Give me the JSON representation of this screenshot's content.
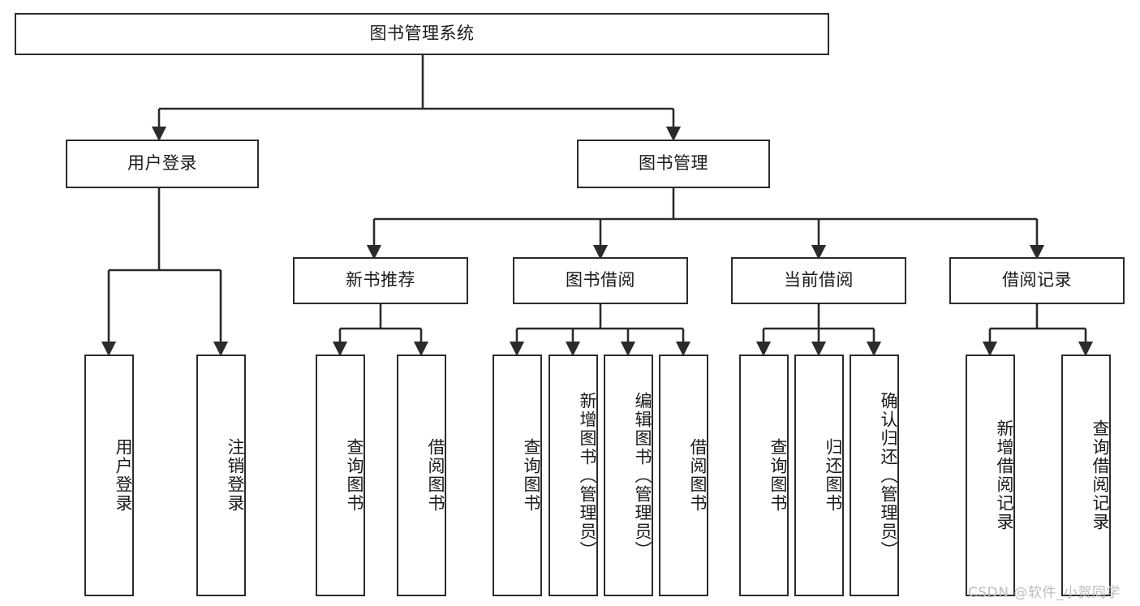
{
  "diagram": {
    "title": "图书管理系统",
    "type": "tree-hierarchy-diagram",
    "colors": {
      "box_border": "#2b2b2b",
      "box_fill": "#ffffff",
      "edge": "#2b2b2b",
      "text": "#1a1a1a",
      "watermark": "#bdbdbd",
      "background": "#ffffff"
    },
    "watermark": "CSDN @软件_小贺同学"
  },
  "nodes": {
    "root": {
      "label": "图书管理系统",
      "level": 1
    },
    "level2": [
      {
        "id": "user-login",
        "label": "用户登录"
      },
      {
        "id": "book-manage",
        "label": "图书管理"
      }
    ],
    "level3": [
      {
        "id": "new-book-recommend",
        "label": "新书推荐"
      },
      {
        "id": "book-borrow",
        "label": "图书借阅"
      },
      {
        "id": "current-borrow",
        "label": "当前借阅"
      },
      {
        "id": "borrow-record",
        "label": "借阅记录"
      }
    ],
    "leaves": {
      "user-login": [
        {
          "id": "leaf-user-login",
          "label": "用户登录"
        },
        {
          "id": "leaf-logout-login",
          "label": "注销登录"
        }
      ],
      "new-book-recommend": [
        {
          "id": "leaf-query-book-1",
          "label": "查询图书"
        },
        {
          "id": "leaf-borrow-book-1",
          "label": "借阅图书"
        }
      ],
      "book-borrow": [
        {
          "id": "leaf-query-book-2",
          "label": "查询图书"
        },
        {
          "id": "leaf-add-book",
          "label": "新增图书（管理员）"
        },
        {
          "id": "leaf-edit-book",
          "label": "编辑图书（管理员）"
        },
        {
          "id": "leaf-borrow-book-2",
          "label": "借阅图书"
        }
      ],
      "current-borrow": [
        {
          "id": "leaf-query-book-3",
          "label": "查询图书"
        },
        {
          "id": "leaf-return-book",
          "label": "归还图书"
        },
        {
          "id": "leaf-confirm-return",
          "label": "确认归还（管理员）"
        }
      ],
      "borrow-record": [
        {
          "id": "leaf-add-record",
          "label": "新增借阅记录"
        },
        {
          "id": "leaf-query-record",
          "label": "查询借阅记录"
        }
      ]
    }
  },
  "chart_data": {
    "type": "table",
    "title": "图书管理系统",
    "hierarchy": [
      {
        "node": "图书管理系统",
        "children": [
          {
            "node": "用户登录",
            "children": [
              {
                "node": "用户登录"
              },
              {
                "node": "注销登录"
              }
            ]
          },
          {
            "node": "图书管理",
            "children": [
              {
                "node": "新书推荐",
                "children": [
                  {
                    "node": "查询图书"
                  },
                  {
                    "node": "借阅图书"
                  }
                ]
              },
              {
                "node": "图书借阅",
                "children": [
                  {
                    "node": "查询图书"
                  },
                  {
                    "node": "新增图书（管理员）"
                  },
                  {
                    "node": "编辑图书（管理员）"
                  },
                  {
                    "node": "借阅图书"
                  }
                ]
              },
              {
                "node": "当前借阅",
                "children": [
                  {
                    "node": "查询图书"
                  },
                  {
                    "node": "归还图书"
                  },
                  {
                    "node": "确认归还（管理员）"
                  }
                ]
              },
              {
                "node": "借阅记录",
                "children": [
                  {
                    "node": "新增借阅记录"
                  },
                  {
                    "node": "查询借阅记录"
                  }
                ]
              }
            ]
          }
        ]
      }
    ]
  }
}
